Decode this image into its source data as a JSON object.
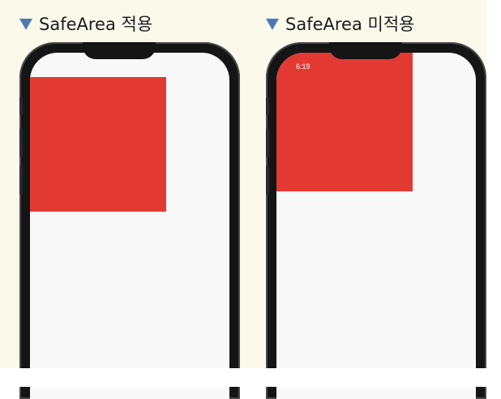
{
  "captions": {
    "left": "SafeArea 적용",
    "right": "SafeArea 미적용"
  },
  "phones": {
    "left": {
      "status_time": ""
    },
    "right": {
      "status_time": "6:19"
    }
  },
  "colors": {
    "background": "#fbf9ea",
    "triangle": "#4e79b6",
    "red_box": "#e23a33",
    "phone_frame": "#151515",
    "screen": "#f8f8f8"
  },
  "icons": {
    "caption_marker": "triangle-down-icon"
  }
}
